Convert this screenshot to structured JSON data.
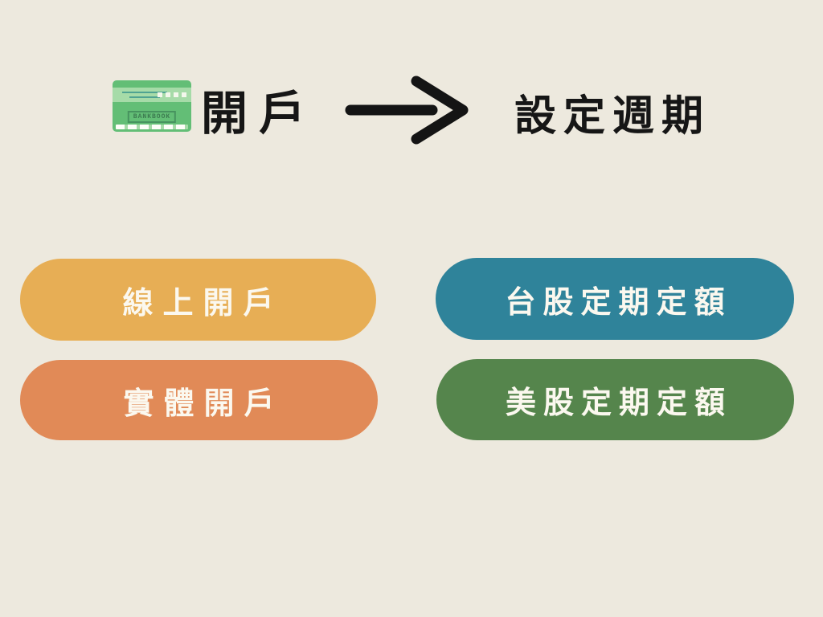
{
  "page": {
    "background": "#EDE9DE"
  },
  "flow": {
    "step1": {
      "title": "開戶",
      "icon": "bankbook-icon",
      "icon_text": "BANKBOOK"
    },
    "arrow": "right-arrow",
    "step2": {
      "title": "設定週期"
    }
  },
  "groups": {
    "open_account_options": [
      {
        "label": "線上開戶",
        "color": "#E7AE55"
      },
      {
        "label": "實體開戶",
        "color": "#E18A57"
      }
    ],
    "period_options": [
      {
        "label": "台股定期定額",
        "color": "#2F839A"
      },
      {
        "label": "美股定期定額",
        "color": "#55854C"
      }
    ]
  },
  "colors": {
    "background": "#EDE9DE",
    "title_text": "#161616",
    "arrow": "#141414",
    "pill_text": "#FBF8EF",
    "pill_online": "#E7AE55",
    "pill_physical": "#E18A57",
    "pill_taiwan_stock": "#2F839A",
    "pill_us_stock": "#55854C",
    "icon_body": "#63BE76",
    "icon_stripe": "#A6DBA8",
    "icon_lines": "#4FA392",
    "icon_box_border": "#47935F"
  }
}
